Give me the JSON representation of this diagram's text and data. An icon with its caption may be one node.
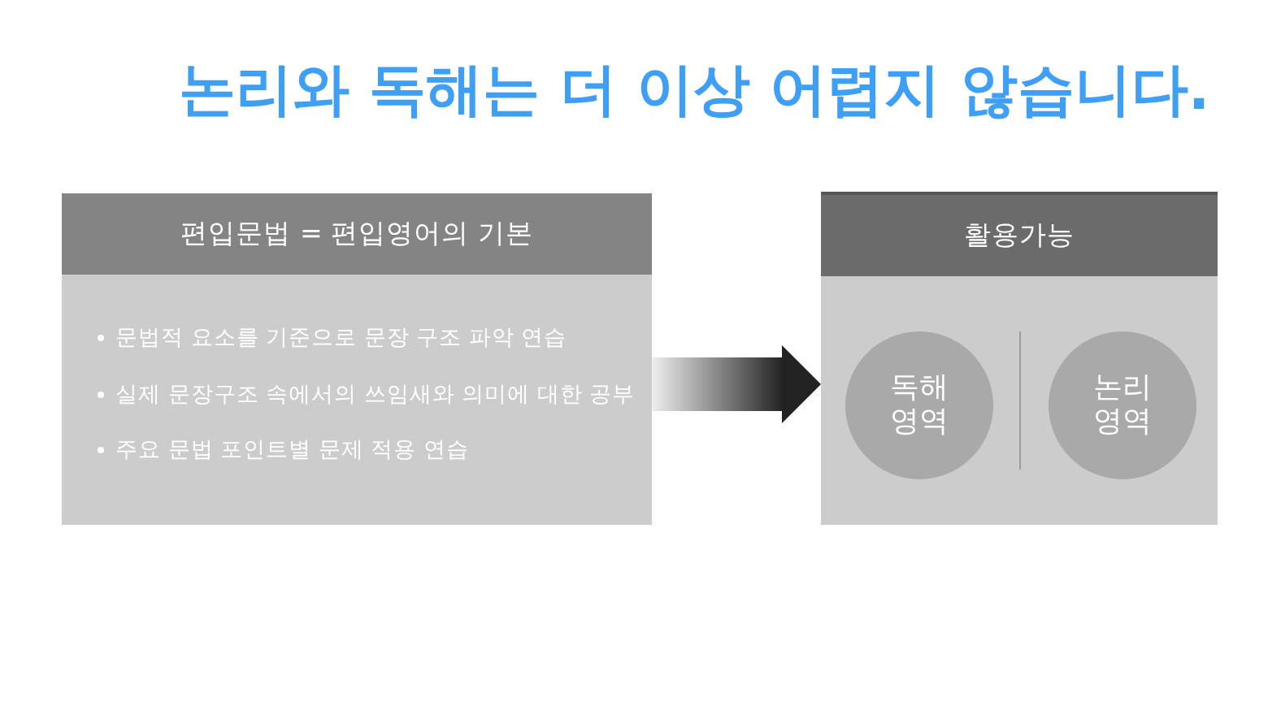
{
  "diagram": {
    "title": "논리와 독해는 더 이상 어렵지 않습니다.",
    "nodes": [
      {
        "text": [
          "편입문법 = 편입영어의 기본",
          "문법적 요소를 기준으로 문장 구조 파악 연습",
          "실제 문장구조 속에서의 쓰임새와 의미에 대한 공부",
          "주요 문법 포인트별 문제 적용 연습"
        ]
      },
      {
        "text": [
          "활용가능"
        ]
      },
      {
        "text": [
          "독해 영역"
        ],
        "in": 1
      },
      {
        "text": [
          "논리 영역"
        ],
        "in": 1
      }
    ],
    "edges": [
      {
        "from": 0,
        "to": 1,
        "arrow": "to"
      }
    ]
  }
}
